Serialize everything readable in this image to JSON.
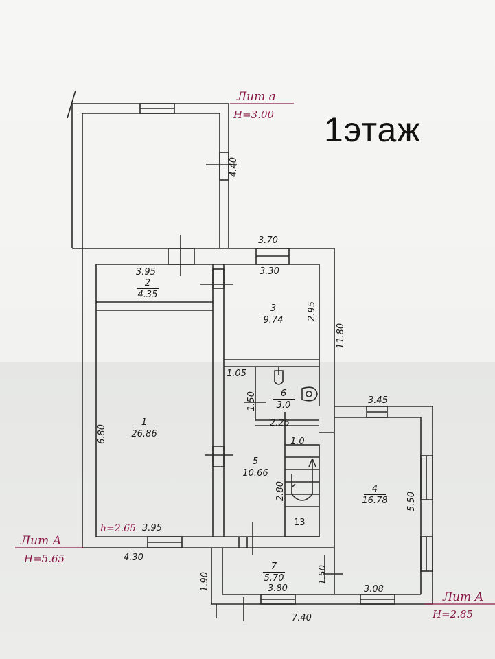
{
  "title": "1этаж",
  "lit_labels": [
    {
      "id": "lit-a-small",
      "text": "Лит а",
      "height": "H=3.00"
    },
    {
      "id": "lit-a-main",
      "text": "Лит А",
      "height": "H=5.65"
    },
    {
      "id": "lit-a1",
      "text": "Лит А",
      "height": "H=2.85"
    }
  ],
  "inner_height": "h=2.65",
  "rooms": [
    {
      "num": "1",
      "area": "26.86"
    },
    {
      "num": "2",
      "area": "4.35"
    },
    {
      "num": "3",
      "area": "9.74"
    },
    {
      "num": "4",
      "area": "16.78"
    },
    {
      "num": "5",
      "area": "10.66"
    },
    {
      "num": "6",
      "area": "3.0"
    },
    {
      "num": "7",
      "area": "5.70"
    }
  ],
  "stair_label": "13",
  "dimensions": {
    "d_4_40": "4.40",
    "d_3_70": "3.70",
    "d_3_95_top": "3.95",
    "d_3_30": "3.30",
    "d_2_95": "2.95",
    "d_11_80": "11.80",
    "d_1_05": "1.05",
    "d_1_50_a": "1.50",
    "d_2_25": "2.25",
    "d_1_0": "1.0",
    "d_3_45": "3.45",
    "d_6_80": "6.80",
    "d_2_80": "2.80",
    "d_5_50": "5.50",
    "d_3_95_bottom": "3.95",
    "d_4_30": "4.30",
    "d_1_90": "1.90",
    "d_1_50_b": "1.50",
    "d_3_80": "3.80",
    "d_3_08": "3.08",
    "d_7_40": "7.40"
  }
}
